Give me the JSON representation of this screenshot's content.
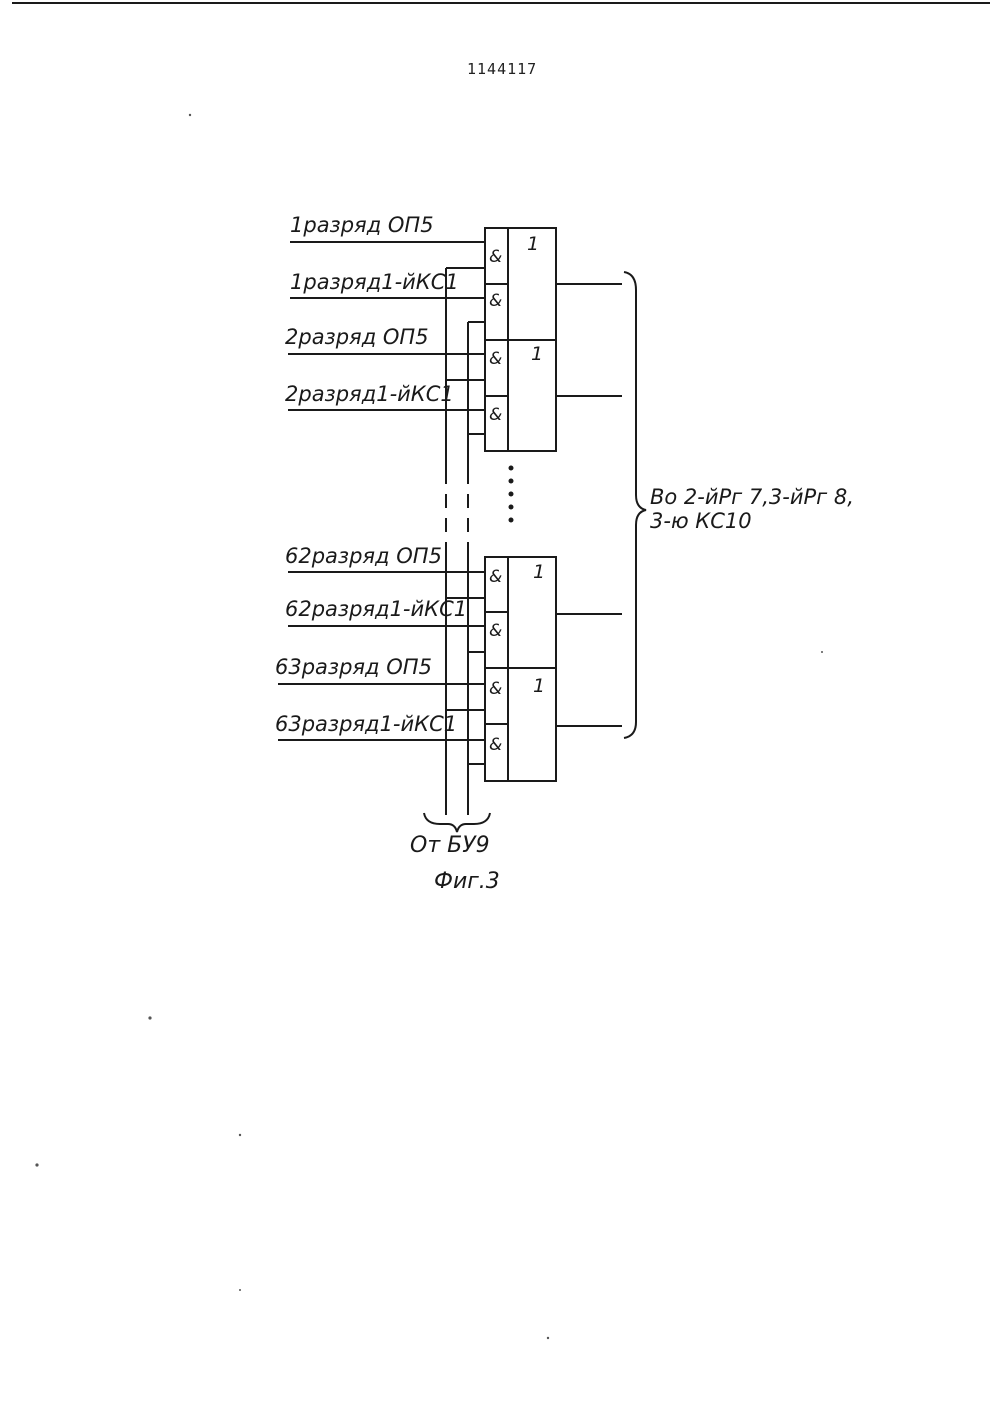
{
  "document": {
    "number": "1144117",
    "figure_caption": "Фиг.3"
  },
  "inputs": [
    {
      "label": "1разряд ОП5"
    },
    {
      "label": "1разряд1-йКС1"
    },
    {
      "label": "2разряд ОП5"
    },
    {
      "label": "2разряд1-йКС1"
    },
    {
      "label": "62разряд ОП5"
    },
    {
      "label": "62разряд1-йКС1"
    },
    {
      "label": "63разряд ОП5"
    },
    {
      "label": "63разряд1-йКС1"
    }
  ],
  "gates": {
    "and_symbol": "&",
    "or_symbol": "1"
  },
  "output": {
    "line1": "Во 2-йРг 7,3-йРг 8,",
    "line2": "3-ю КС10"
  },
  "control": {
    "label": "От БУ9"
  }
}
